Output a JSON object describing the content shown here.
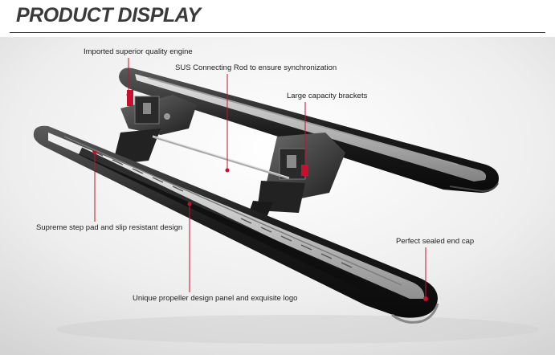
{
  "page": {
    "title": "PRODUCT DISPLAY"
  },
  "callouts": [
    {
      "key": "engine",
      "text": "Imported superior quality engine"
    },
    {
      "key": "rod",
      "text": "SUS Connecting Rod to ensure synchronization"
    },
    {
      "key": "brackets",
      "text": "Large capacity brackets"
    },
    {
      "key": "step_pad",
      "text": "Supreme step pad and slip resistant design"
    },
    {
      "key": "end_cap",
      "text": "Perfect sealed end cap"
    },
    {
      "key": "panel",
      "text": "Unique propeller design panel and exquisite logo"
    }
  ],
  "colors": {
    "accent": "#c8102e",
    "text": "#1e1e1e",
    "title": "#3a3a3a"
  }
}
